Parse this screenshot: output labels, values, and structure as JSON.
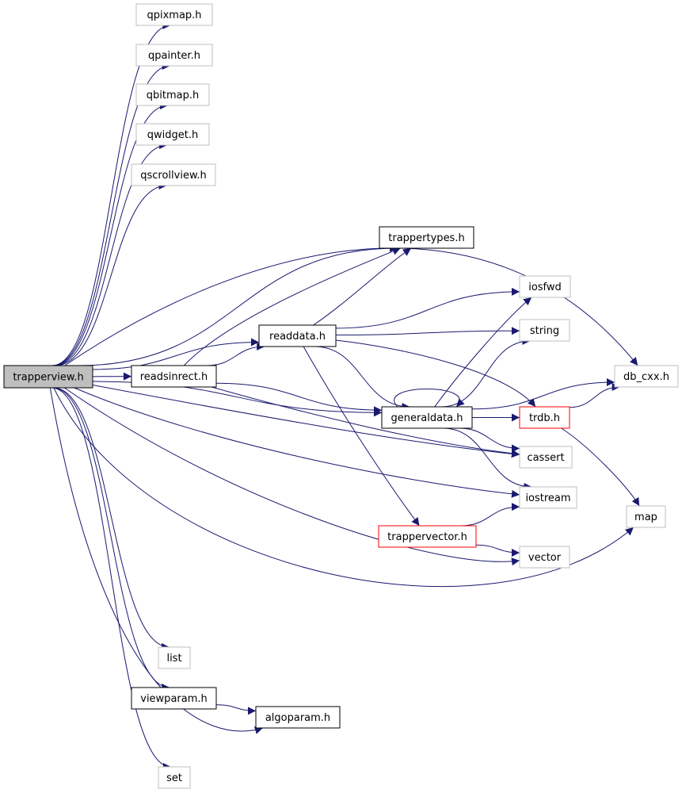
{
  "colors": {
    "edge": "#191970",
    "root_fill": "#bfbfbf",
    "box_black": "#000000",
    "box_gray": "#bfbfbf",
    "box_red": "#ff0000"
  },
  "nodes": [
    {
      "id": "trapperview",
      "label": "trapperview.h",
      "style": "root"
    },
    {
      "id": "qpixmap",
      "label": "qpixmap.h",
      "style": "gray"
    },
    {
      "id": "qpainter",
      "label": "qpainter.h",
      "style": "gray"
    },
    {
      "id": "qbitmap",
      "label": "qbitmap.h",
      "style": "gray"
    },
    {
      "id": "qwidget",
      "label": "qwidget.h",
      "style": "gray"
    },
    {
      "id": "qscrollview",
      "label": "qscrollview.h",
      "style": "gray"
    },
    {
      "id": "trappertypes",
      "label": "trappertypes.h",
      "style": "black"
    },
    {
      "id": "readdata",
      "label": "readdata.h",
      "style": "black"
    },
    {
      "id": "readsinrect",
      "label": "readsinrect.h",
      "style": "black"
    },
    {
      "id": "iosfwd",
      "label": "iosfwd",
      "style": "gray"
    },
    {
      "id": "string",
      "label": "string",
      "style": "gray"
    },
    {
      "id": "db_cxx",
      "label": "db_cxx.h",
      "style": "gray"
    },
    {
      "id": "generaldata",
      "label": "generaldata.h",
      "style": "black"
    },
    {
      "id": "trdb",
      "label": "trdb.h",
      "style": "red"
    },
    {
      "id": "cassert",
      "label": "cassert",
      "style": "gray"
    },
    {
      "id": "iostream",
      "label": "iostream",
      "style": "gray"
    },
    {
      "id": "map",
      "label": "map",
      "style": "gray"
    },
    {
      "id": "trappervector",
      "label": "trappervector.h",
      "style": "red"
    },
    {
      "id": "vector",
      "label": "vector",
      "style": "gray"
    },
    {
      "id": "list",
      "label": "list",
      "style": "gray"
    },
    {
      "id": "viewparam",
      "label": "viewparam.h",
      "style": "black"
    },
    {
      "id": "algoparam",
      "label": "algoparam.h",
      "style": "black"
    },
    {
      "id": "set",
      "label": "set",
      "style": "gray"
    }
  ],
  "edges": [
    [
      "trapperview",
      "qpixmap"
    ],
    [
      "trapperview",
      "qpainter"
    ],
    [
      "trapperview",
      "qbitmap"
    ],
    [
      "trapperview",
      "qwidget"
    ],
    [
      "trapperview",
      "qscrollview"
    ],
    [
      "trapperview",
      "trappertypes"
    ],
    [
      "trapperview",
      "db_cxx"
    ],
    [
      "trapperview",
      "readdata"
    ],
    [
      "trapperview",
      "readsinrect"
    ],
    [
      "trapperview",
      "generaldata"
    ],
    [
      "trapperview",
      "cassert"
    ],
    [
      "trapperview",
      "iostream"
    ],
    [
      "trapperview",
      "vector"
    ],
    [
      "trapperview",
      "map"
    ],
    [
      "trapperview",
      "list"
    ],
    [
      "trapperview",
      "viewparam"
    ],
    [
      "trapperview",
      "algoparam"
    ],
    [
      "trapperview",
      "set"
    ],
    [
      "readsinrect",
      "trappertypes"
    ],
    [
      "readsinrect",
      "readdata"
    ],
    [
      "readsinrect",
      "generaldata"
    ],
    [
      "readsinrect",
      "cassert"
    ],
    [
      "readdata",
      "trappertypes"
    ],
    [
      "readdata",
      "iosfwd"
    ],
    [
      "readdata",
      "string"
    ],
    [
      "readdata",
      "generaldata"
    ],
    [
      "readdata",
      "trdb"
    ],
    [
      "readdata",
      "trappervector"
    ],
    [
      "generaldata",
      "generaldata"
    ],
    [
      "generaldata",
      "iosfwd"
    ],
    [
      "generaldata",
      "string"
    ],
    [
      "generaldata",
      "db_cxx"
    ],
    [
      "generaldata",
      "trdb"
    ],
    [
      "generaldata",
      "cassert"
    ],
    [
      "generaldata",
      "iostream"
    ],
    [
      "trdb",
      "db_cxx"
    ],
    [
      "trdb",
      "map"
    ],
    [
      "trappervector",
      "iostream"
    ],
    [
      "trappervector",
      "vector"
    ],
    [
      "viewparam",
      "algoparam"
    ]
  ]
}
